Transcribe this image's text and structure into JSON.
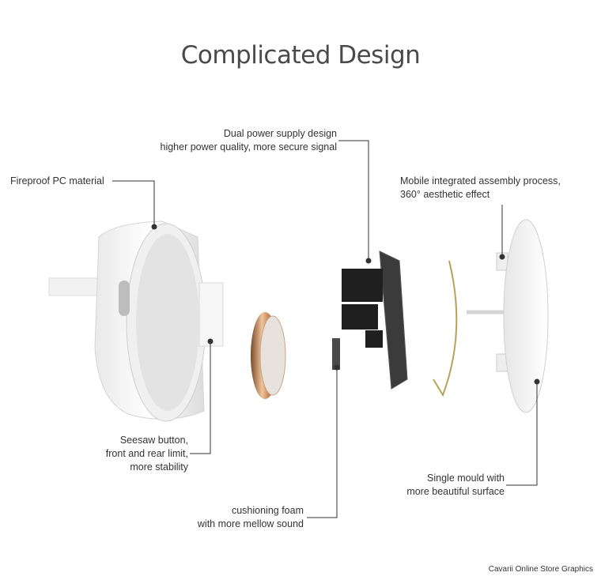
{
  "title": "Complicated Design",
  "annotations": {
    "fireproof": [
      "Fireproof PC material"
    ],
    "dual_power": [
      "Dual power supply design",
      "higher power quality, more secure signal"
    ],
    "mobile_assembly": [
      "Mobile integrated assembly process,",
      "360° aesthetic effect"
    ],
    "seesaw": [
      "Seesaw button,",
      "front and rear limit,",
      "more stability"
    ],
    "cushioning": [
      "cushioning foam",
      "with more mellow sound"
    ],
    "single_mould": [
      "Single mould with",
      "more beautiful surface"
    ]
  },
  "credit": "Cavarii Online Store Graphics",
  "colors": {
    "leader_line": "#333333",
    "housing": "#f4f4f4",
    "copper": "#c98a5a",
    "pcb": "#3a3a3a"
  }
}
